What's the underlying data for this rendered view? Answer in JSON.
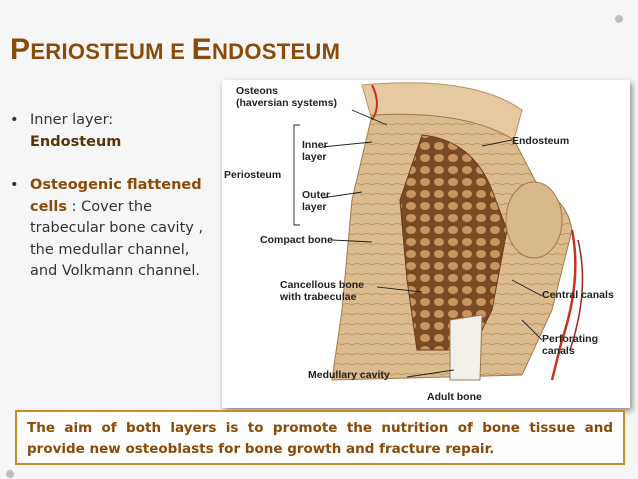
{
  "slide": {
    "title_part1_cap": "P",
    "title_part1_rest": "eriosteum",
    "title_connector": "e",
    "title_part2_cap": "E",
    "title_part2_rest": "ndosteum",
    "bullets": [
      {
        "prefix": "Inner layer:",
        "highlight": "Endosteum",
        "rest": ""
      },
      {
        "prefix": "",
        "highlight": "Osteogenic flattened cells",
        "rest": " : Cover the trabecular bone cavity , the medullar channel, and Volkmann channel."
      }
    ],
    "bullet_marker": "•",
    "summary": "The aim of both layers is to promote the nutrition of bone tissue and provide new osteoblasts for bone growth and fracture repair."
  },
  "figure": {
    "labels": {
      "osteons": "Osteons",
      "haversian": "(haversian systems)",
      "inner_layer_1": "Inner",
      "inner_layer_2": "layer",
      "periosteum": "Periosteum",
      "outer_layer_1": "Outer",
      "outer_layer_2": "layer",
      "endosteum": "Endosteum",
      "compact_bone": "Compact bone",
      "cancellous_1": "Cancellous bone",
      "cancellous_2": "with trabeculae",
      "central_canals": "Central canals",
      "perforating_1": "Perforating",
      "perforating_2": "canals",
      "medullary": "Medullary cavity",
      "adult_bone": "Adult bone"
    }
  },
  "colors": {
    "title": "#8a4a08",
    "accent_border": "#c98a2a",
    "bone": "#d9b98a",
    "spongy": "#8c5a2e",
    "vessel": "#c8321e"
  }
}
